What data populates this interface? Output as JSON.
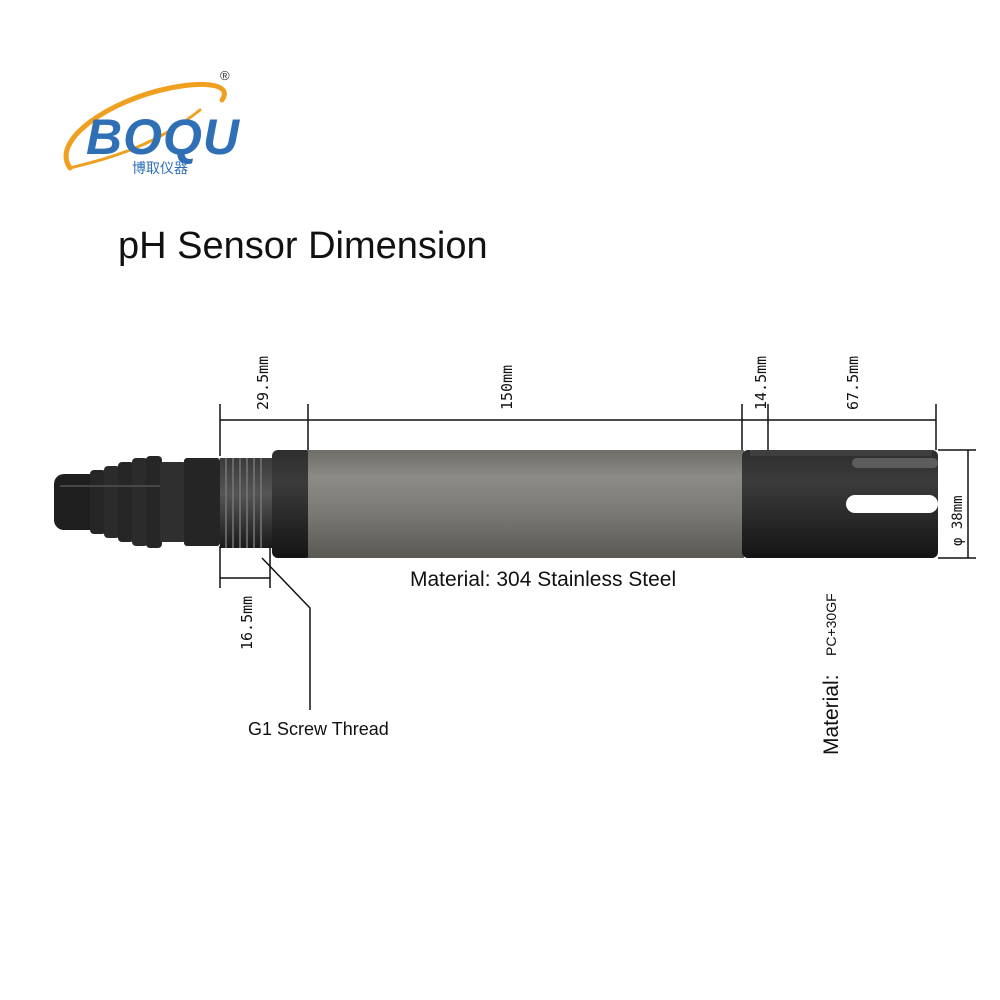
{
  "logo": {
    "brand": "BOQU",
    "registered": "®",
    "subtitle_cn": "博取仪器"
  },
  "title": "pH Sensor Dimension",
  "dimensions": {
    "cable_gland": "29.5mm",
    "steel_body": "150mm",
    "middle_step": "14.5mm",
    "probe_guard": "67.5mm",
    "thread_length": "16.5mm",
    "diameter": "φ 38mm"
  },
  "labels": {
    "steel_material": "Material: 304 Stainless Steel",
    "thread": "G1 Screw Thread",
    "guard_material_label": "Material:",
    "guard_material_value": "PC+30GF"
  },
  "colors": {
    "brand_blue": "#2f6fb6",
    "brand_orange": "#f0a020",
    "body_gray": "#7c7a74",
    "dark_plastic": "#232323",
    "line": "#111111"
  }
}
